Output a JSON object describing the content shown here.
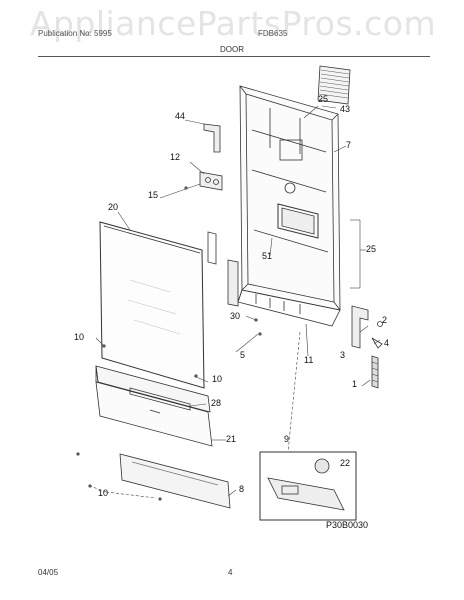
{
  "watermark": "AppliancePartsPros.com",
  "header": {
    "left": "Publication No: 5995",
    "right": "FDB635",
    "section": "DOOR"
  },
  "callouts": {
    "c25_top": "25",
    "c43": "43",
    "c44": "44",
    "c7": "7",
    "c12": "12",
    "c15": "15",
    "c20": "20",
    "c51": "51",
    "c25_right": "25",
    "c30": "30",
    "c2": "2",
    "c4": "4",
    "c3": "3",
    "c10_left": "10",
    "c5": "5",
    "c11": "11",
    "c10_mid": "10",
    "c1": "1",
    "c28": "28",
    "c21": "21",
    "c9": "9",
    "c22": "22",
    "c10_bottom": "10",
    "c8": "8"
  },
  "diagram_id": "P30B0030",
  "footer": {
    "date": "04/05",
    "page": "4"
  }
}
